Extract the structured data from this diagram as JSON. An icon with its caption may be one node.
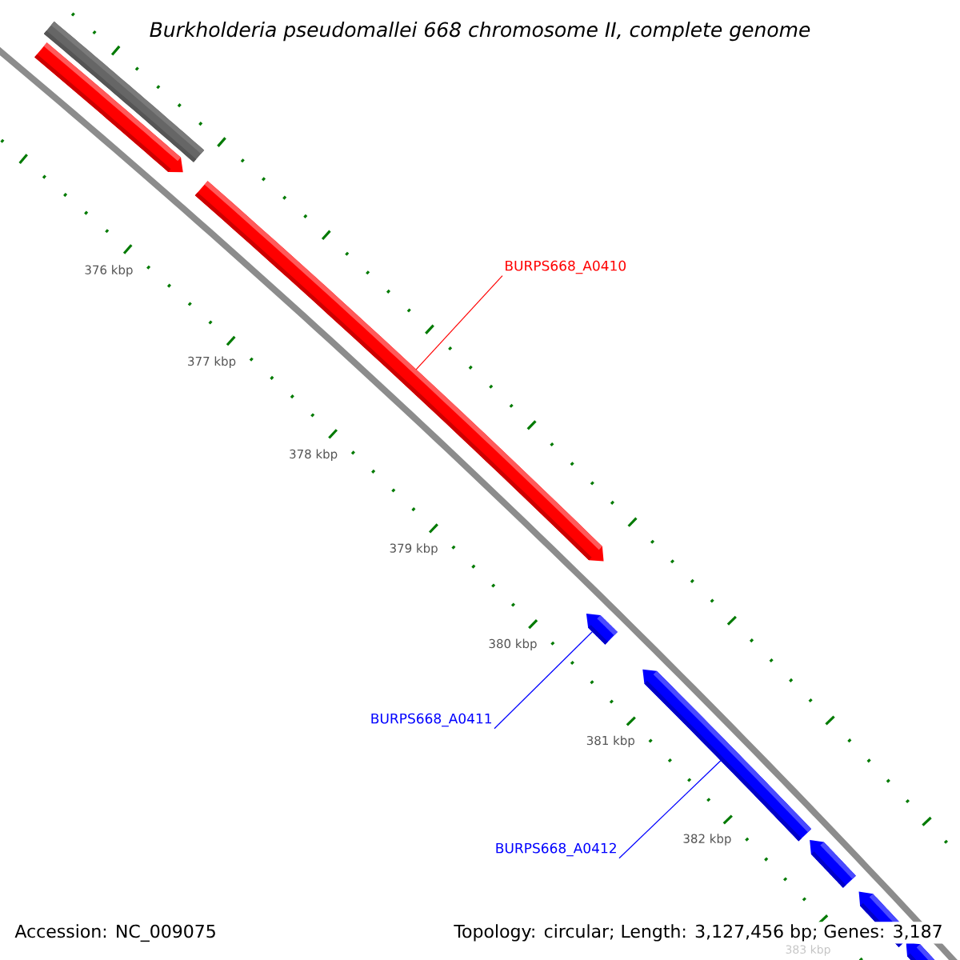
{
  "diagram": {
    "title": "Burkholderia pseudomallei 668 chromosome II, complete genome",
    "nodes": [
      {
        "text": [
          "BURPS668_A0410"
        ]
      },
      {
        "text": [],
        "shape": "arrow"
      },
      {
        "text": [
          "BURPS668_A0411"
        ]
      },
      {
        "text": [],
        "shape": "arrow"
      },
      {
        "text": [
          "BURPS668_A0412"
        ]
      },
      {
        "text": [],
        "shape": "arrow"
      }
    ],
    "edges": [
      {
        "from": 0,
        "to": 1,
        "arrow": "none",
        "color": "#ff0000"
      },
      {
        "from": 2,
        "to": 3,
        "arrow": "none"
      },
      {
        "from": 4,
        "to": 5,
        "arrow": "none"
      }
    ],
    "labels": [
      "376 kbp",
      "377 kbp",
      "378 kbp",
      "379 kbp",
      "380 kbp",
      "381 kbp",
      "382 kbp",
      "383 kbp",
      "Accession: NC_009075",
      "Topology: circular; Length: 3,127,456 bp; Genes: 3,187"
    ]
  }
}
